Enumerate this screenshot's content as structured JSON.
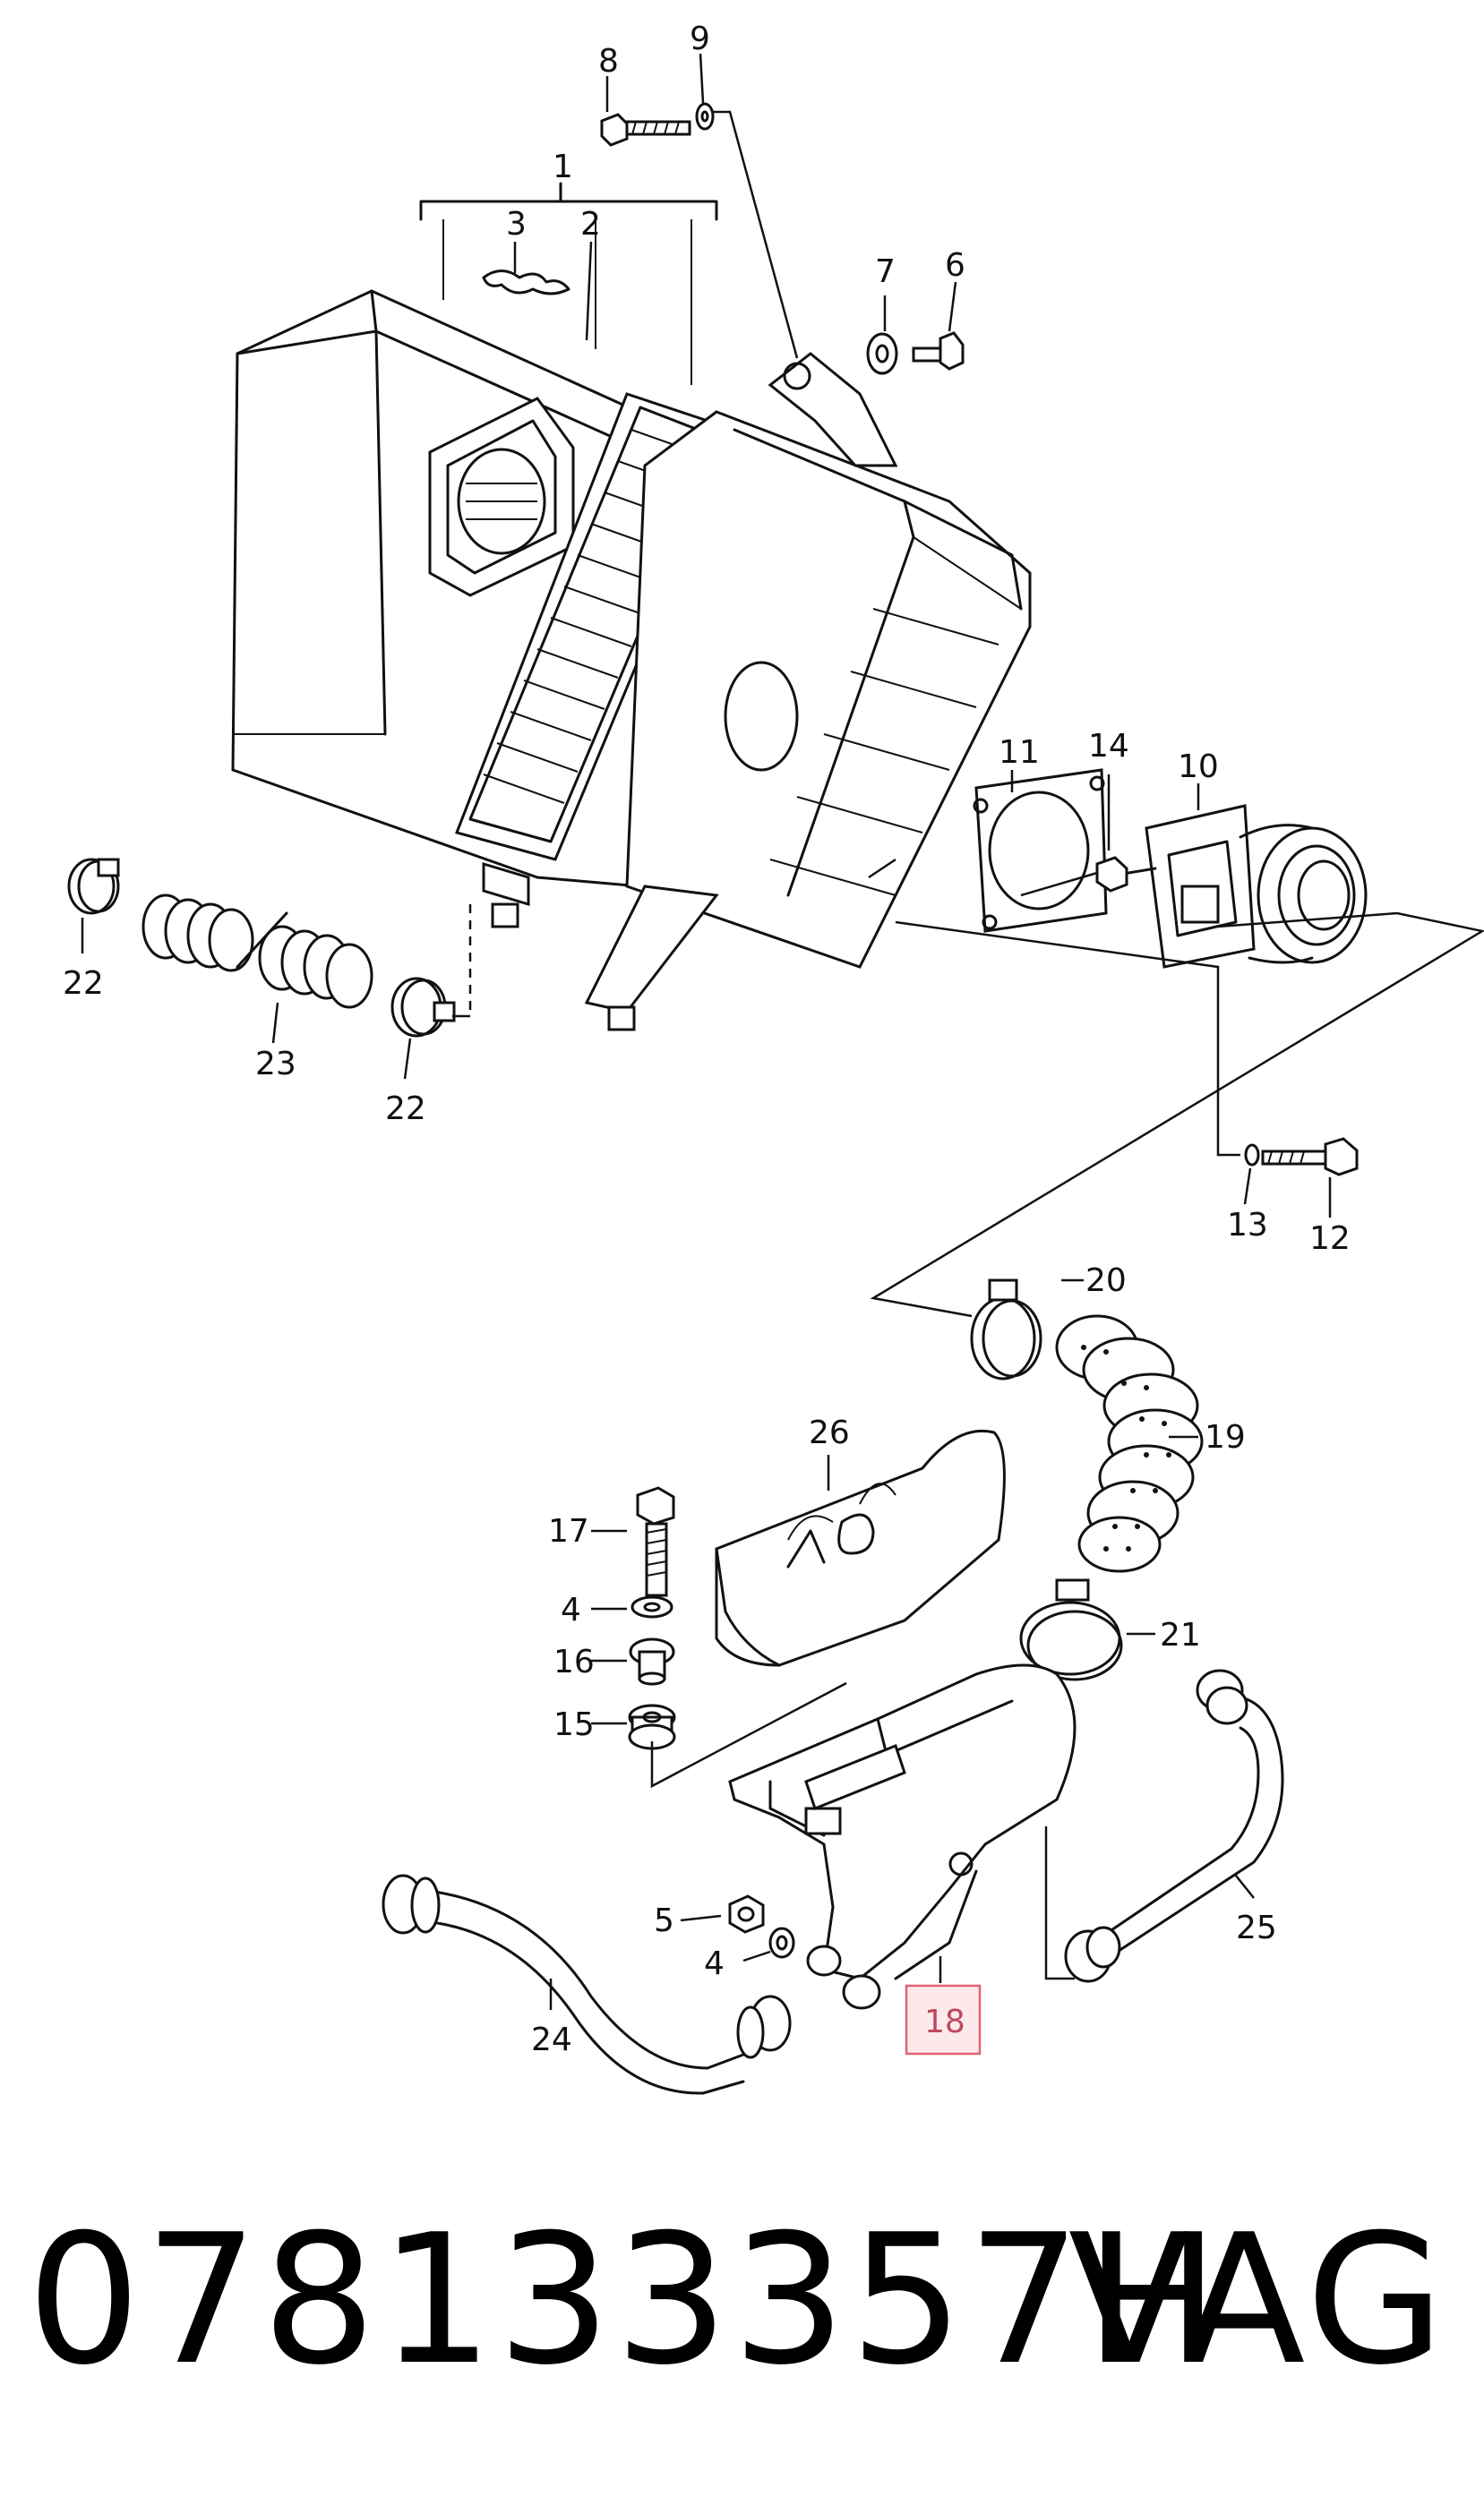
{
  "caption": {
    "part_number": "078133357H",
    "brand": "VAG"
  },
  "callouts": [
    "1",
    "2",
    "3",
    "4",
    "4",
    "5",
    "6",
    "7",
    "8",
    "9",
    "10",
    "11",
    "12",
    "13",
    "14",
    "15",
    "16",
    "17",
    "18",
    "19",
    "20",
    "21",
    "22",
    "22",
    "23",
    "24",
    "25",
    "26"
  ],
  "highlight": {
    "label": "18",
    "color": "#e06377",
    "fill": "#fde9ec"
  },
  "ink_color": "#111111"
}
